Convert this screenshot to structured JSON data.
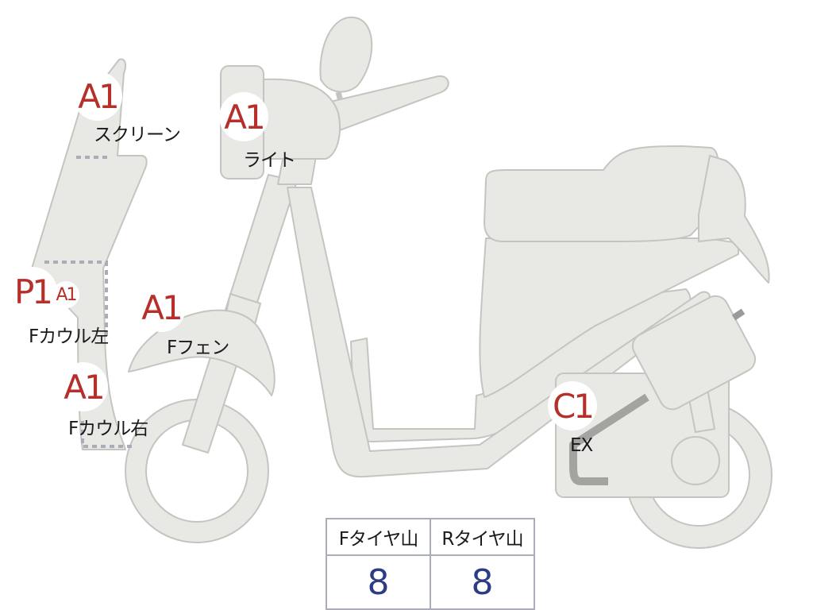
{
  "colors": {
    "body_fill": "#e8e8e5",
    "body_stroke": "#c4c4c1",
    "dotted_line": "#a9adb8",
    "badge_text": "#b5302a",
    "tread_value": "#2c3d86"
  },
  "damage_marks": {
    "screen": {
      "code": "A1",
      "label": "スクリーン"
    },
    "light": {
      "code": "A1",
      "label": "ライト"
    },
    "f_cowl_left": {
      "code": "P1",
      "sub_code": "A1",
      "label": "Fカウル左"
    },
    "f_fender": {
      "code": "A1",
      "label": "Fフェン"
    },
    "f_cowl_right": {
      "code": "A1",
      "label": "Fカウル右"
    },
    "exhaust": {
      "code": "C1",
      "label": "EX"
    }
  },
  "tire_tread": {
    "front": {
      "header": "Fタイヤ山",
      "value": "8"
    },
    "rear": {
      "header": "Rタイヤ山",
      "value": "8"
    }
  }
}
